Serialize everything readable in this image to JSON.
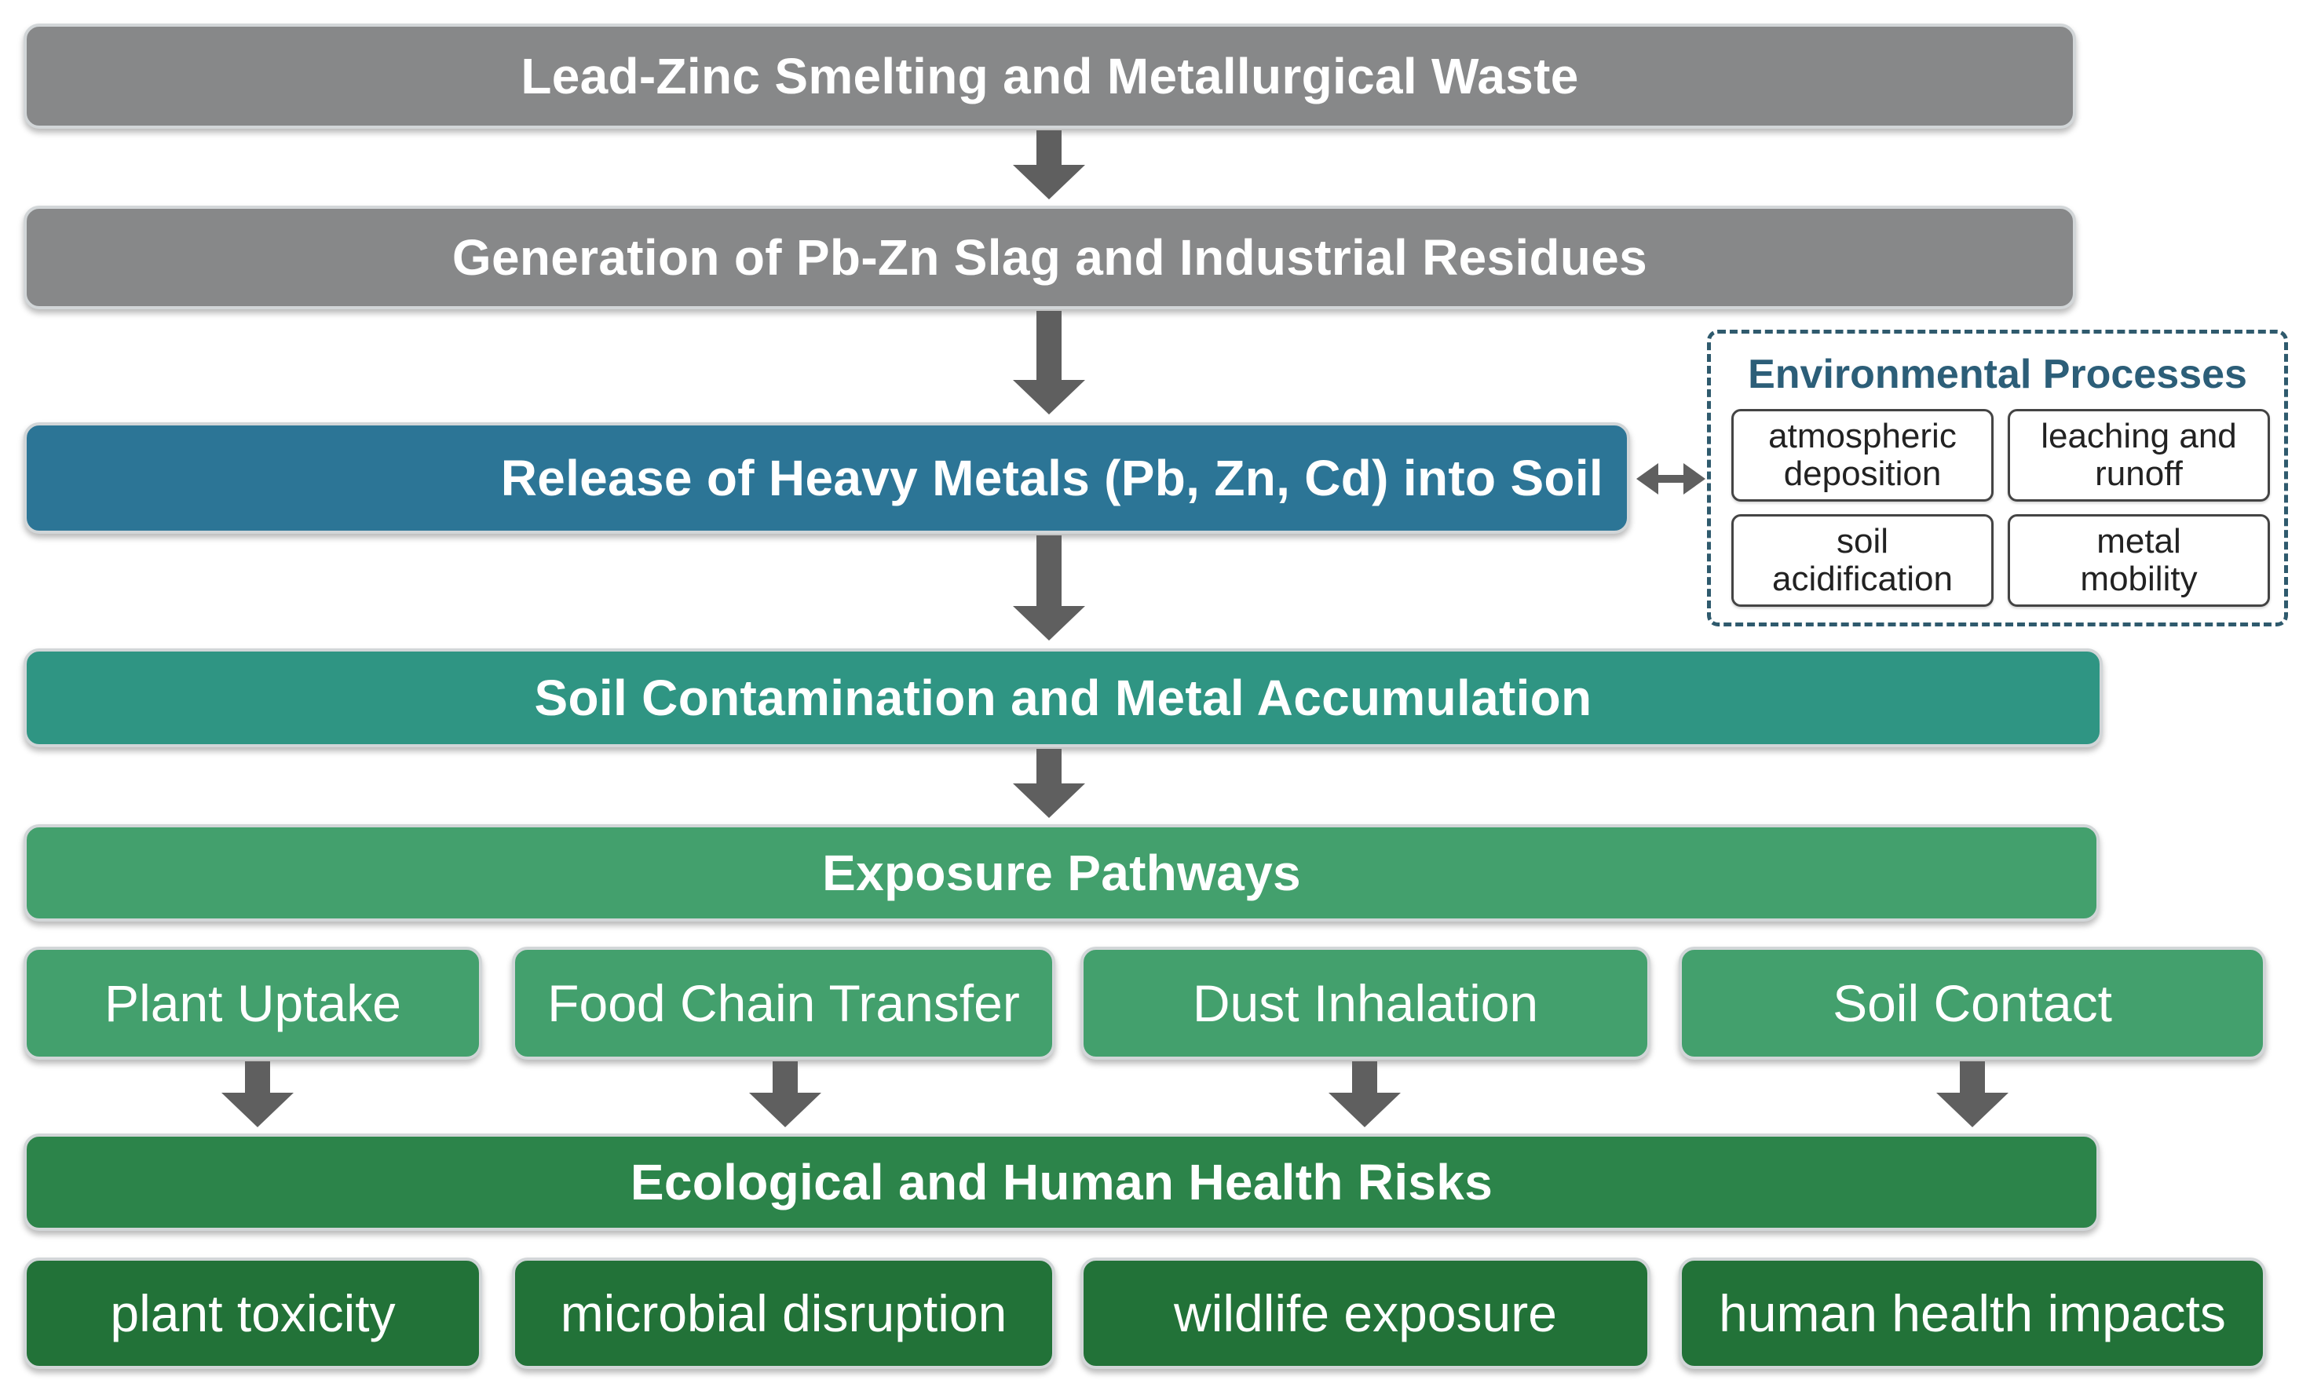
{
  "flow": {
    "source": "Lead-Zinc Smelting and Metallurgical Waste",
    "generation": "Generation of Pb-Zn Slag and Industrial Residues",
    "release": "Release of Heavy Metals (Pb, Zn, Cd) into Soil",
    "contamination": "Soil Contamination and Metal Accumulation",
    "exposure": "Exposure Pathways",
    "pathways": [
      "Plant Uptake",
      "Food Chain Transfer",
      "Dust Inhalation",
      "Soil Contact"
    ],
    "risks": "Ecological and Human Health Risks",
    "impacts": [
      "plant toxicity",
      "microbial disruption",
      "wildlife exposure",
      "human health impacts"
    ]
  },
  "environmental_processes": {
    "title": "Environmental Processes",
    "items": [
      [
        "atmospheric",
        "deposition"
      ],
      [
        "leaching and",
        "runoff"
      ],
      [
        "soil",
        "acidification"
      ],
      [
        "metal",
        "mobility"
      ]
    ]
  },
  "colors": {
    "gray": "#878889",
    "blue": "#2c7596",
    "teal": "#2f9583",
    "green_light": "#43a06d",
    "green_mid": "#2c844a",
    "green_dark": "#227238",
    "arrow": "#5f5f5f",
    "panel_border": "#2f5a6d"
  }
}
